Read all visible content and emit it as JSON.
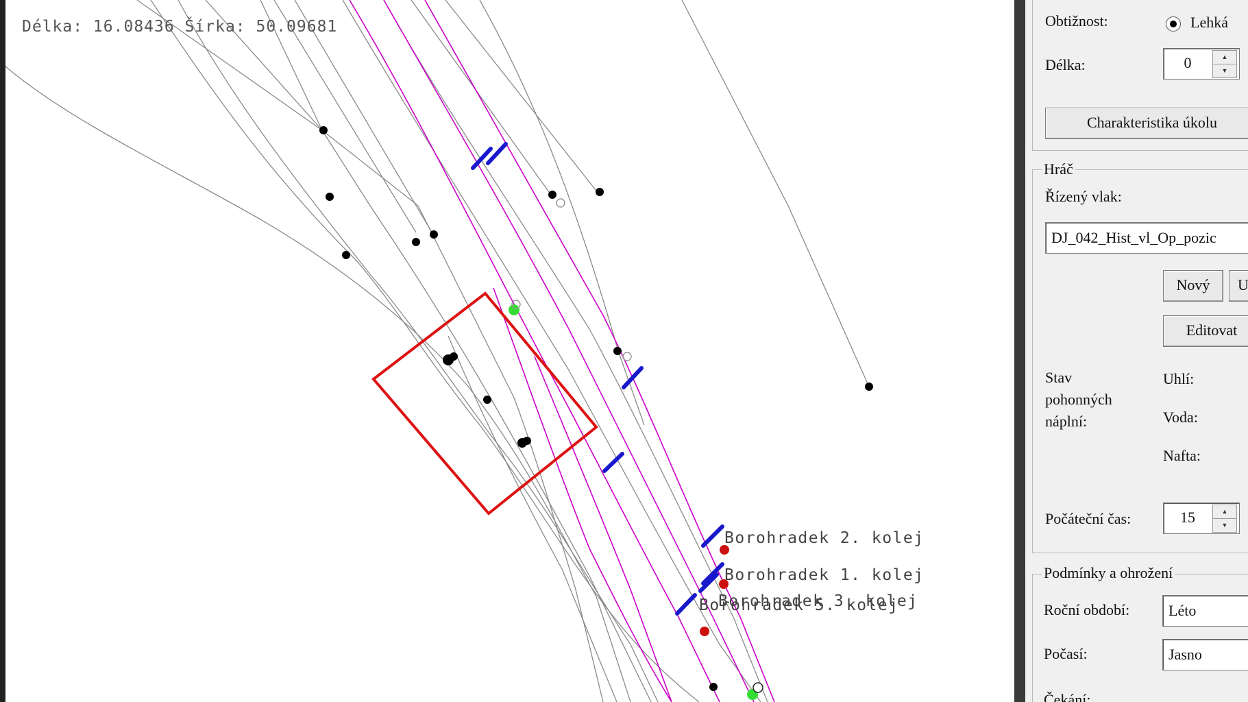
{
  "map": {
    "coords_text": "Délka: 16.08436 Šírka: 50.09681",
    "track_labels": [
      "Borohradek 2. kolej",
      "Borohradek 1. kolej",
      "Borohradek 3. kolej",
      "Borohradek 5. kolej"
    ]
  },
  "panel": {
    "difficulty_label": "Obtižnost:",
    "difficulty_value": "Lehká",
    "length_label": "Délka:",
    "length_value": "0",
    "task_button": "Charakteristika úkolu",
    "player_group": "Hráč",
    "train_label": "Řízený vlak:",
    "train_value": "DJ_042_Hist_vl_Op_pozic",
    "new_button": "Nový",
    "u_button": "U",
    "edit_button": "Editovat",
    "fuel_label_1": "Stav",
    "fuel_label_2": "pohonných",
    "fuel_label_3": "náplní:",
    "coal_label": "Uhlí:",
    "water_label": "Voda:",
    "diesel_label": "Nafta:",
    "start_time_label": "Počáteční čas:",
    "start_time_value": "15",
    "conditions_group": "Podmínky a ohrožení",
    "season_label": "Roční období:",
    "season_value": "Léto",
    "weather_label": "Počasí:",
    "weather_value": "Jasno",
    "next_label": "Čekání:"
  },
  "colors": {
    "track": "#8a8a8a",
    "route": "#cc00cc",
    "signal": "#1818cc",
    "selection": "#dd1111",
    "node": "#000000",
    "danger_dot": "#cc1111",
    "ok_dot": "#33dd33"
  }
}
